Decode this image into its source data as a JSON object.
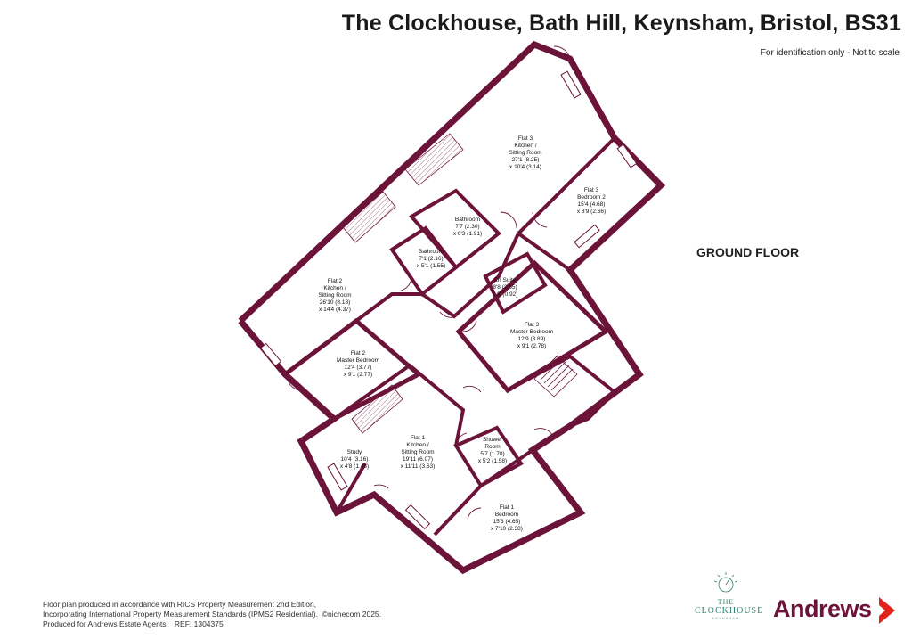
{
  "header": {
    "title": "The Clockhouse, Bath Hill, Keynsham, Bristol, BS31",
    "subtitle": "For identification only - Not to scale"
  },
  "floor_label": "GROUND FLOOR",
  "colors": {
    "wall": "#6b1338",
    "brand": "#6b1338",
    "logo": "#2e7e6a"
  },
  "rooms": {
    "flat3_kitchen": [
      "Flat 3",
      "Kitchen /",
      "Sitting Room",
      "27'1 (8.25)",
      "x 10'4 (3.14)"
    ],
    "flat3_bedroom2": [
      "Flat 3",
      "Bedroom 2",
      "15'4 (4.68)",
      "x 8'9 (2.66)"
    ],
    "bathroom_upper": [
      "Bathroom",
      "7'7 (2.30)",
      "x 6'3 (1.91)"
    ],
    "bathroom_lower": [
      "Bathroom",
      "7'1 (2.16)",
      "x 5'1 (1.55)"
    ],
    "en_suite": [
      "En Suite",
      "8'8 (2.65)",
      "x 3' (0.92)"
    ],
    "flat3_master": [
      "Flat 3",
      "Master Bedroom",
      "12'9 (3.89)",
      "x 9'1 (2.78)"
    ],
    "flat2_kitchen": [
      "Flat 2",
      "Kitchen /",
      "Sitting Room",
      "26'10 (8.18)",
      "x 14'4 (4.37)"
    ],
    "flat2_master": [
      "Flat 2",
      "Master Bedroom",
      "12'4 (3.77)",
      "x 9'1 (2.77)"
    ],
    "study": [
      "Study",
      "10'4 (3.16)",
      "x 4'8 (1.43)"
    ],
    "flat1_kitchen": [
      "Flat 1",
      "Kitchen /",
      "Sitting Room",
      "19'11 (6.07)",
      "x 11'11 (3.63)"
    ],
    "shower_room": [
      "Shower",
      "Room",
      "5'7 (1.70)",
      "x 5'2 (1.58)"
    ],
    "flat1_bedroom": [
      "Flat 1",
      "Bedroom",
      "15'3 (4.65)",
      "x 7'10 (2.38)"
    ]
  },
  "footer": {
    "line1": "Floor plan produced in accordance with RICS Property Measurement 2nd Edition,",
    "line2": "Incorporating International Property Measurement Standards (IPMS2 Residential).",
    "copyright": "©nichecom 2025.",
    "line3": "Produced for Andrews Estate Agents.",
    "ref": "REF: 1304375"
  },
  "logos": {
    "clockhouse_line1": "THE",
    "clockhouse_line2": "CLOCKHOUSE",
    "clockhouse_line3": "KEYNSHAM",
    "brand": "Andrews"
  }
}
